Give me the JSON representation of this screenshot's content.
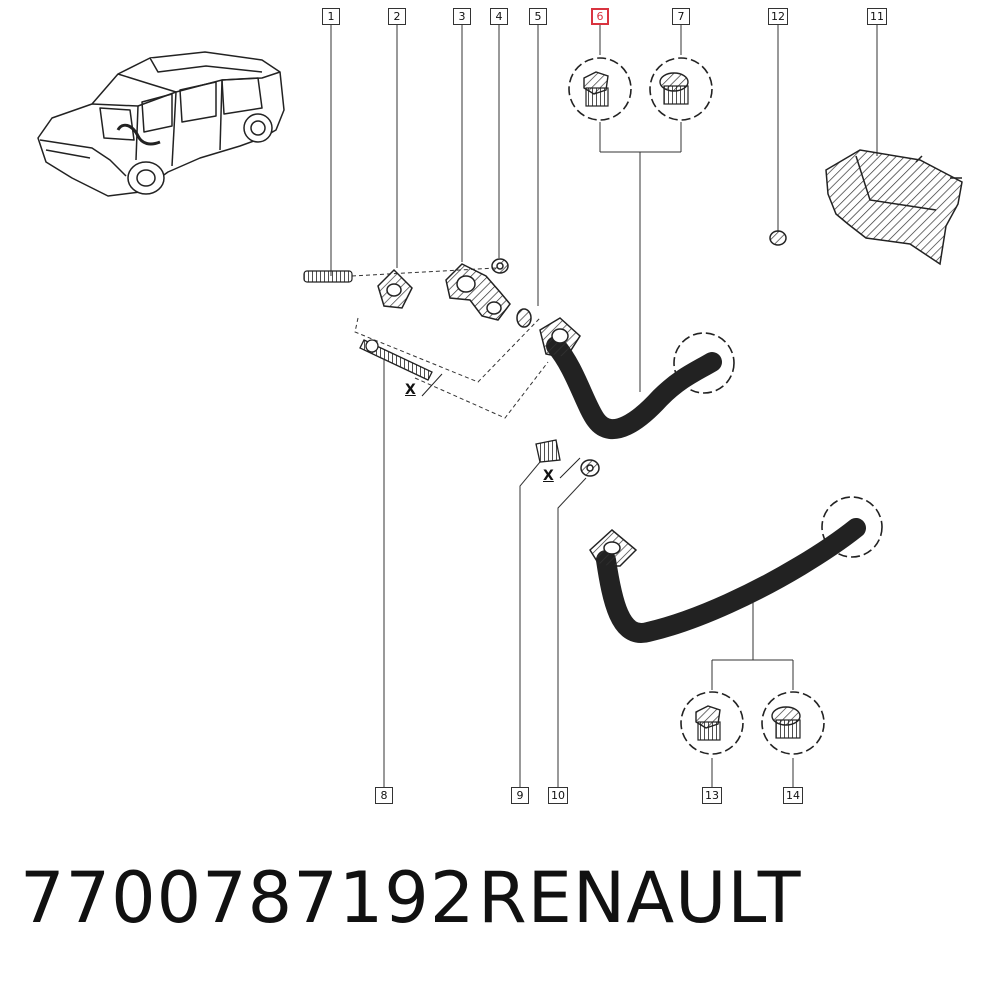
{
  "diagram": {
    "callouts": [
      {
        "id": "1",
        "label": "1"
      },
      {
        "id": "2",
        "label": "2"
      },
      {
        "id": "3",
        "label": "3"
      },
      {
        "id": "4",
        "label": "4"
      },
      {
        "id": "5",
        "label": "5"
      },
      {
        "id": "6",
        "label": "6",
        "highlight": true
      },
      {
        "id": "7",
        "label": "7"
      },
      {
        "id": "12",
        "label": "12"
      },
      {
        "id": "11",
        "label": "11"
      },
      {
        "id": "8",
        "label": "8"
      },
      {
        "id": "9",
        "label": "9"
      },
      {
        "id": "10",
        "label": "10"
      },
      {
        "id": "13",
        "label": "13"
      },
      {
        "id": "14",
        "label": "14"
      }
    ],
    "x_marks": [
      "X",
      "X"
    ],
    "highlight_color": "#d9333f"
  },
  "footer": {
    "part_number": "7700787192",
    "brand": "RENAULT"
  }
}
